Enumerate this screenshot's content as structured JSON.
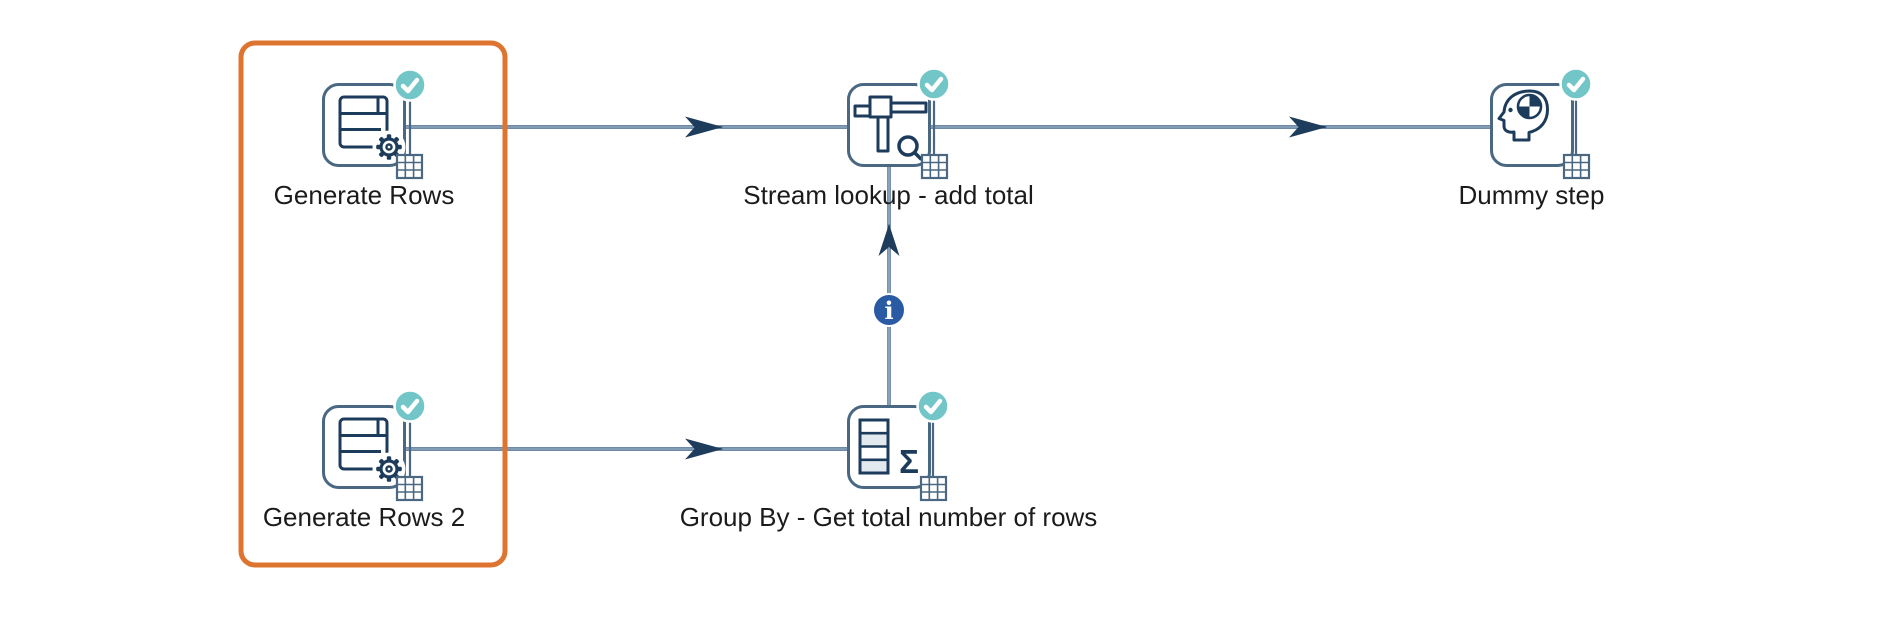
{
  "canvas": {
    "background": "#ffffff"
  },
  "pipeline": {
    "steps": [
      {
        "name": "Generate Rows",
        "icon": "table-gear-icon",
        "status": "success",
        "selected": true
      },
      {
        "name": "Stream lookup - add total",
        "icon": "stream-lookup-icon",
        "status": "success",
        "selected": false
      },
      {
        "name": "Dummy step",
        "icon": "head-globe-icon",
        "status": "success",
        "selected": false
      },
      {
        "name": "Generate Rows 2",
        "icon": "table-gear-icon",
        "status": "success",
        "selected": true
      },
      {
        "name": "Group By - Get total number of rows",
        "icon": "table-sigma-icon",
        "status": "success",
        "selected": false
      }
    ],
    "hops": [
      {
        "from": "Generate Rows",
        "to": "Stream lookup - add total",
        "kind": "data"
      },
      {
        "from": "Stream lookup - add total",
        "to": "Dummy step",
        "kind": "data"
      },
      {
        "from": "Generate Rows 2",
        "to": "Group By - Get total number of rows",
        "kind": "data"
      },
      {
        "from": "Group By - Get total number of rows",
        "to": "Stream lookup - add total",
        "kind": "info"
      }
    ]
  },
  "icons": {
    "sigma_glyph": "Σ",
    "info_glyph": "i"
  },
  "colors": {
    "selection_box": "#dd7430",
    "node_border": "#4a6882",
    "icon_stroke": "#1d3c5c",
    "hop_line": "#3f638a",
    "arrow": "#1e3d5c",
    "check_badge": "#72c6c7",
    "info_badge": "#2a5aa4",
    "label_text": "#1b1b1b"
  }
}
